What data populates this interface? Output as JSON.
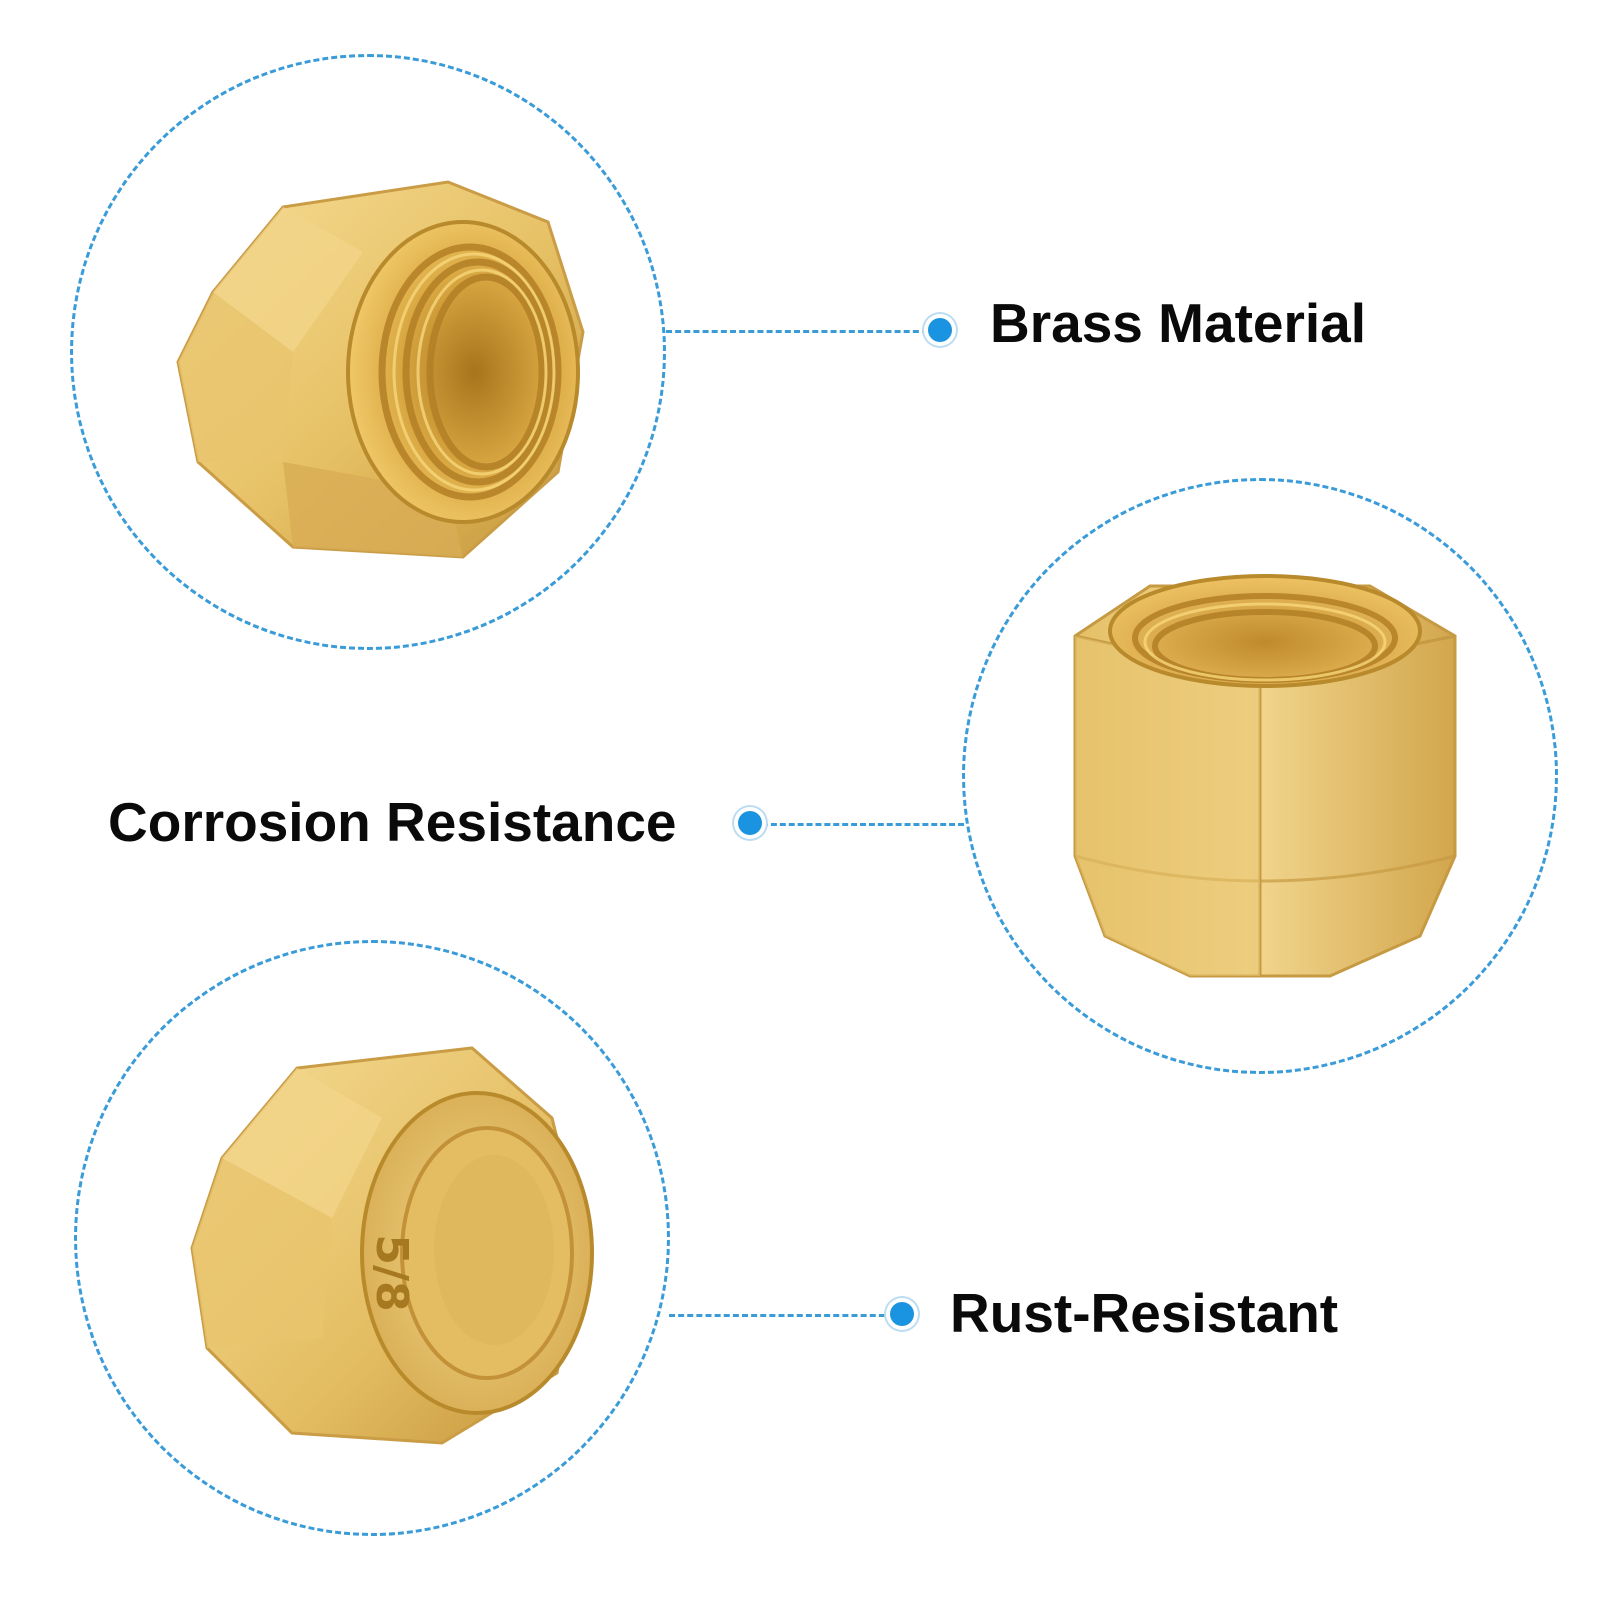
{
  "features": [
    {
      "label": "Brass Material",
      "image": "brass-cap-nut-open-end-photo"
    },
    {
      "label": "Corrosion Resistance",
      "image": "brass-cap-nut-upright-photo"
    },
    {
      "label": "Rust-Resistant",
      "image": "brass-cap-nut-closed-end-photo"
    }
  ],
  "nut_marking": "5/8",
  "colors": {
    "accent": "#1a94e0",
    "dashed_outline": "#3a9bd9",
    "text": "#0a0a0a",
    "brass_light": "#f3d98f",
    "brass_mid": "#e0b85a",
    "brass_dark": "#b88a2c",
    "background": "#ffffff"
  }
}
